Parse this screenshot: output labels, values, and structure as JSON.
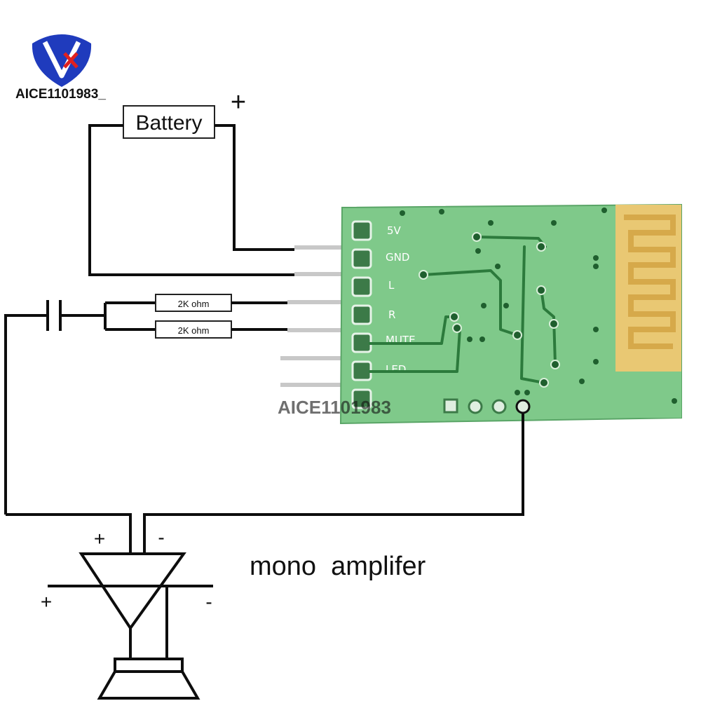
{
  "logo": {
    "text": "AICE1101983_",
    "brand_color": "#1f3bbd",
    "accent_color": "#e02020"
  },
  "battery": {
    "label": "Battery",
    "plus": "+"
  },
  "resistors": [
    {
      "label": "2K ohm"
    },
    {
      "label": "2K ohm"
    }
  ],
  "module": {
    "board_color": "#7fc98a",
    "antenna_color": "#e9c873",
    "pins": [
      {
        "label": "5V"
      },
      {
        "label": "GND"
      },
      {
        "label": "L"
      },
      {
        "label": "R"
      },
      {
        "label": "MUTE"
      },
      {
        "label": "LED"
      },
      {
        "label": ""
      }
    ],
    "watermark": "AICE1101983"
  },
  "amplifier": {
    "label": "mono  amplifer",
    "in_plus": "+",
    "in_minus": "-",
    "pwr_plus": "+",
    "pwr_minus": "-"
  }
}
